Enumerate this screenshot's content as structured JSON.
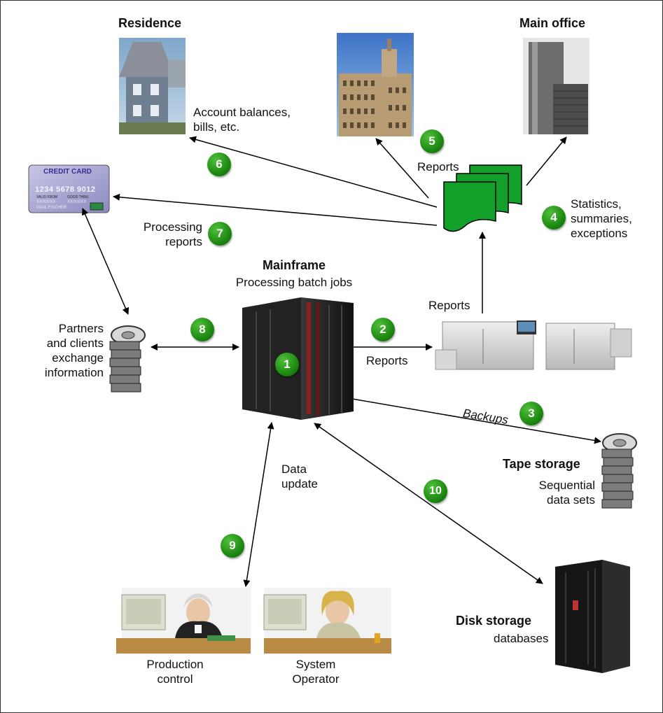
{
  "labels": {
    "residence": "Residence",
    "main_office": "Main office",
    "account_balances": "Account balances,\nbills, etc.",
    "reports_top": "Reports",
    "statistics": "Statistics,\nsummaries,\nexceptions",
    "processing_reports": "Processing\nreports",
    "mainframe_title": "Mainframe",
    "mainframe_subtitle": "Processing batch jobs",
    "reports_printer": "Reports",
    "reports_arrow": "Reports",
    "partners": "Partners\nand clients\nexchange\ninformation",
    "backups": "Backups",
    "tape_storage": "Tape storage",
    "sequential": "Sequential\ndata sets",
    "data_update": "Data\nupdate",
    "disk_storage": "Disk storage",
    "databases": "databases",
    "production_control": "Production\ncontrol",
    "system_operator": "System\nOperator"
  },
  "credit_card": {
    "title": "CREDIT CARD",
    "number": "1234  5678  9012",
    "valid_from": "VALID FROM",
    "good_thru": "GOOD THRU",
    "date1": "XX/XX/XX",
    "date2": "XX/XX/XX",
    "holder": "PAUL FISCHER"
  },
  "badges": [
    "1",
    "2",
    "3",
    "4",
    "5",
    "6",
    "7",
    "8",
    "9",
    "10"
  ],
  "colors": {
    "badge_green": "#1e8a12",
    "report_green": "#12a02a",
    "arrow": "#000000"
  }
}
